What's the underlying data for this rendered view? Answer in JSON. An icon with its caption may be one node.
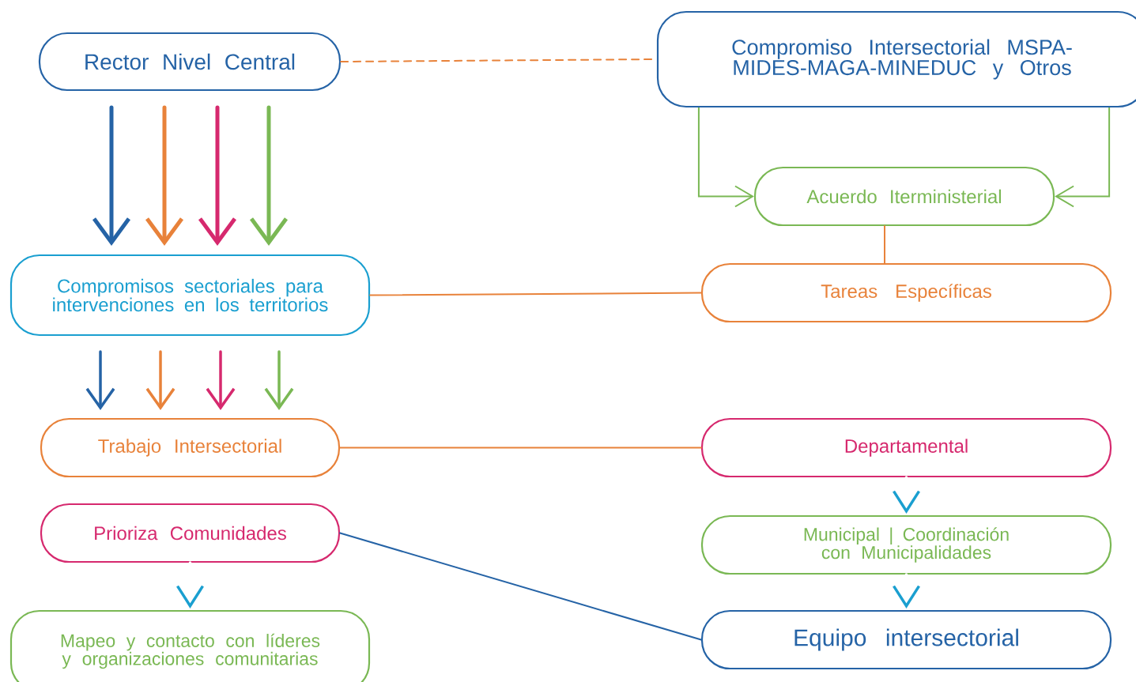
{
  "diagram": {
    "nodes": [
      {
        "text": [
          "Rector Nivel Central"
        ]
      },
      {
        "text": [
          "Compromiso Intersectorial MSPA-MIDES-MAGA-MINEDUC y Otros"
        ]
      },
      {
        "text": [
          "Acuerdo Iterministerial"
        ]
      },
      {
        "text": [
          "Compromisos sectoriales para intervenciones en los territorios"
        ]
      },
      {
        "text": [
          "Tareas Específicas"
        ]
      },
      {
        "text": [
          "Trabajo Intersectorial"
        ]
      },
      {
        "text": [
          "Departamental"
        ]
      },
      {
        "text": [
          "Prioriza Comunidades"
        ]
      },
      {
        "text": [
          "Municipal | Coordinación con Municipalidades"
        ]
      },
      {
        "text": [
          "Mapeo y contacto con líderes y organizaciones comunitarias"
        ]
      },
      {
        "text": [
          "Equipo intersectorial"
        ]
      }
    ],
    "edges": [
      {
        "from": 0,
        "to": 1,
        "arrow": "none",
        "style": "dashed",
        "color": "#e8823a"
      },
      {
        "from": 0,
        "to": 3,
        "arrow": "to",
        "color": "#2563a6"
      },
      {
        "from": 0,
        "to": 3,
        "arrow": "to",
        "color": "#e8823a"
      },
      {
        "from": 0,
        "to": 3,
        "arrow": "to",
        "color": "#d6296e"
      },
      {
        "from": 0,
        "to": 3,
        "arrow": "to",
        "color": "#7ab854"
      },
      {
        "from": 1,
        "to": 2,
        "arrow": "to",
        "color": "#7ab854"
      },
      {
        "from": 1,
        "to": 2,
        "arrow": "to",
        "color": "#7ab854"
      },
      {
        "from": 2,
        "to": 4,
        "arrow": "none",
        "color": "#e8823a"
      },
      {
        "from": 3,
        "to": 4,
        "arrow": "none",
        "color": "#e8823a"
      },
      {
        "from": 3,
        "to": 5,
        "arrow": "to",
        "color": "#2563a6"
      },
      {
        "from": 3,
        "to": 5,
        "arrow": "to",
        "color": "#e8823a"
      },
      {
        "from": 3,
        "to": 5,
        "arrow": "to",
        "color": "#d6296e"
      },
      {
        "from": 3,
        "to": 5,
        "arrow": "to",
        "color": "#7ab854"
      },
      {
        "from": 5,
        "to": 6,
        "arrow": "none",
        "color": "#e8823a"
      },
      {
        "from": 6,
        "to": 8,
        "arrow": "to",
        "color": "#1a9fd0"
      },
      {
        "from": 7,
        "to": 9,
        "arrow": "to",
        "color": "#1a9fd0"
      },
      {
        "from": 8,
        "to": 10,
        "arrow": "to",
        "color": "#1a9fd0"
      },
      {
        "from": 7,
        "to": 10,
        "arrow": "none",
        "color": "#2563a6"
      }
    ]
  }
}
